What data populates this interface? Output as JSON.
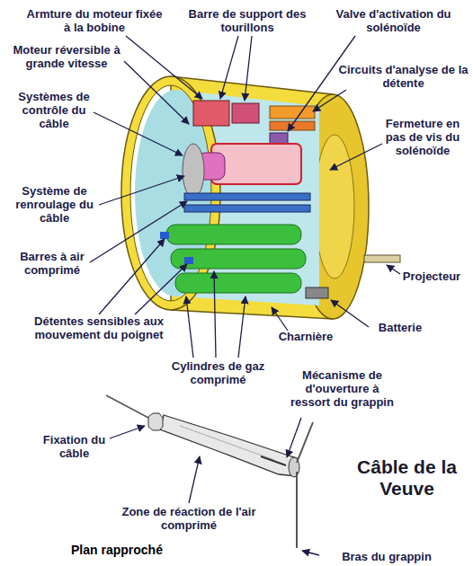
{
  "diagram": {
    "title": "Câble de la Veuve",
    "labels": [
      "Armture du moteur fixée à la bobine",
      "Barre de support des tourillons",
      "Valve d'activation du solénoïde",
      "Moteur réversible à grande vitesse",
      "Circuits d'analyse de la détente",
      "Systèmes de contrôle du câble",
      "Fermeture en pas de vis du solénoïde",
      "Système de renroulage du câble",
      "Barres à air comprimé",
      "Projecteur",
      "Détentes sensibles aux mouvement du poignet",
      "Batterie",
      "Charnière",
      "Cylindres de gaz comprimé",
      "Mécanisme de d'ouverture à ressort du grappin",
      "Fixation du câble",
      "Zone de réaction de l'air comprimé",
      "Plan rapproché",
      "Bras du grappin"
    ]
  }
}
